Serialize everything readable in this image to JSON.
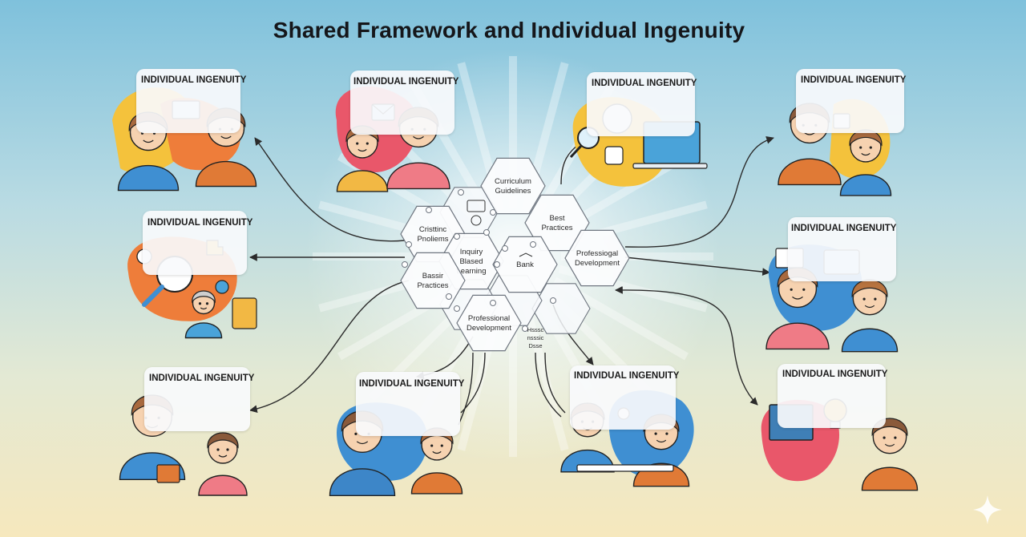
{
  "title": "Shared Framework and Individual Ingenuity",
  "hub": {
    "hexagons": [
      {
        "id": "curriculum",
        "label_lines": [
          "Curriculum",
          "Guidelines"
        ]
      },
      {
        "id": "best-practices",
        "label_lines": [
          "Best",
          "Practices"
        ]
      },
      {
        "id": "critical-problems",
        "label_lines": [
          "Cristtinc",
          "Pnoliems"
        ]
      },
      {
        "id": "inquiry",
        "label_lines": [
          "Inquiry",
          "Blased",
          "Learning"
        ]
      },
      {
        "id": "bank",
        "label_lines": [
          "Bank"
        ]
      },
      {
        "id": "prof-dev-right",
        "label_lines": [
          "Professiogal",
          "Development"
        ]
      },
      {
        "id": "basic-practices",
        "label_lines": [
          "Bassir",
          "Practices"
        ]
      },
      {
        "id": "prof-dev-bottom",
        "label_lines": [
          "Professional",
          "Development"
        ]
      }
    ],
    "caption_lines": [
      "Hsssc",
      "nsssic",
      "Dsse"
    ]
  },
  "cards": [
    {
      "id": "top-left",
      "label": "INDIVIDUAL INGENUITY"
    },
    {
      "id": "top-center-left",
      "label": "INDIVIDUAL INGENUITY"
    },
    {
      "id": "top-center-right",
      "label": "INDIVIDUAL INGENUITY"
    },
    {
      "id": "top-right",
      "label": "INDIVIDUAL INGENUITY"
    },
    {
      "id": "mid-left",
      "label": "INDIVIDUAL INGENUITY"
    },
    {
      "id": "mid-right",
      "label": "INDIVIDUAL INGENUITY"
    },
    {
      "id": "bottom-left",
      "label": "INDIVIDUAL INGENUITY"
    },
    {
      "id": "bottom-center-left",
      "label": "INDIVIDUAL INGENUITY"
    },
    {
      "id": "bottom-center-right",
      "label": "INDIVIDUAL INGENUITY"
    },
    {
      "id": "bottom-right",
      "label": "INDIVIDUAL INGENUITY"
    }
  ],
  "colors": {
    "background_top": "#7fc1dc",
    "background_bottom": "#f6e8bd",
    "hex_stroke": "#6f7680",
    "blob_yellow": "#f4c23c",
    "blob_orange": "#ee7d3a",
    "blob_red": "#e9576a",
    "blob_blue": "#3f8fd2",
    "line": "#2b2b2b"
  }
}
